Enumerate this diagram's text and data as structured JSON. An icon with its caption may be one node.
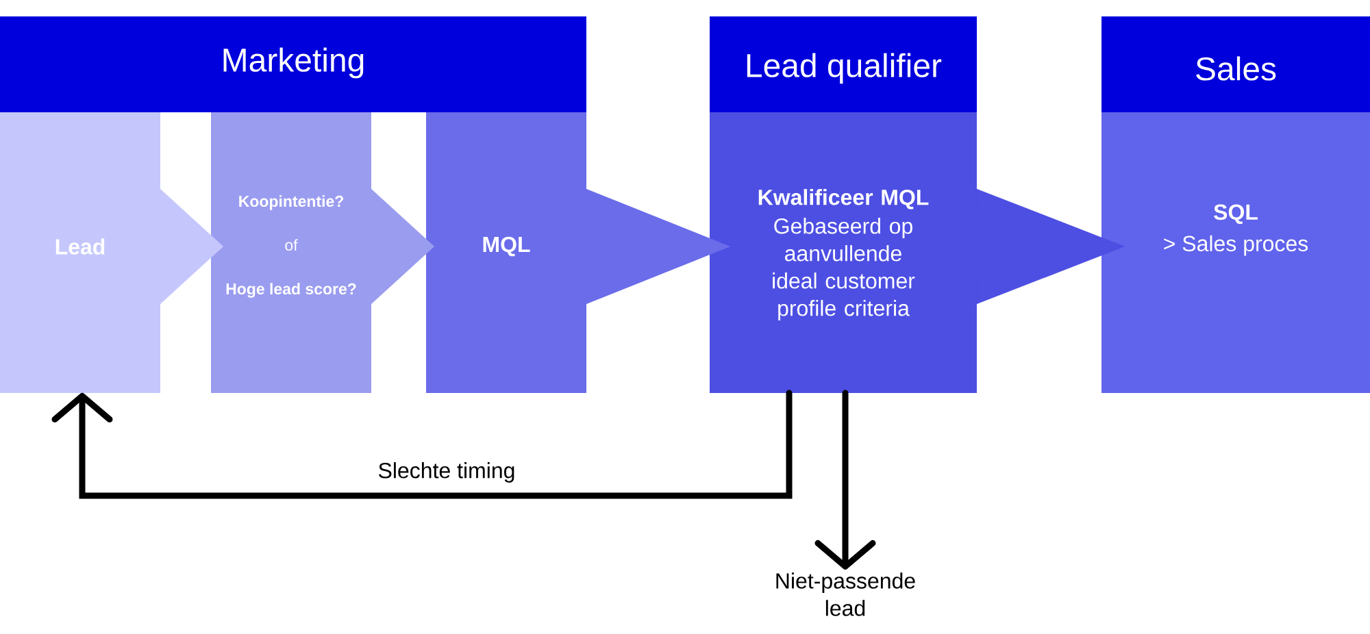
{
  "diagram": {
    "nodes": [
      {
        "text": [
          "Marketing"
        ]
      },
      {
        "text": [
          "Lead"
        ]
      },
      {
        "text": [
          "Koopintentie?",
          "of",
          "Hoge lead score?"
        ]
      },
      {
        "text": [
          "MQL"
        ]
      },
      {
        "text": [
          "Lead qualifier"
        ]
      },
      {
        "text": [
          "Kwalificeer MQL",
          "Gebaseerd op aanvullende ideal customer profile criteria"
        ]
      },
      {
        "text": [
          "Sales"
        ]
      },
      {
        "text": [
          "SQL",
          "> Sales proces"
        ]
      },
      {
        "text": [
          "Niet-passende lead"
        ]
      }
    ],
    "edges": [
      {
        "from": 1,
        "to": 2,
        "arrow": "to",
        "color": "#c5c7fc"
      },
      {
        "from": 2,
        "to": 3,
        "arrow": "to",
        "color": "#9a9cef"
      },
      {
        "from": 3,
        "to": 5,
        "arrow": "to",
        "color": "#6a6cea"
      },
      {
        "from": 5,
        "to": 7,
        "arrow": "to",
        "color": "#4d4fe3"
      },
      {
        "from": 5,
        "to": 1,
        "arrow": "to",
        "label": "Slechte timing"
      },
      {
        "from": 5,
        "to": 8,
        "arrow": "to"
      }
    ]
  }
}
